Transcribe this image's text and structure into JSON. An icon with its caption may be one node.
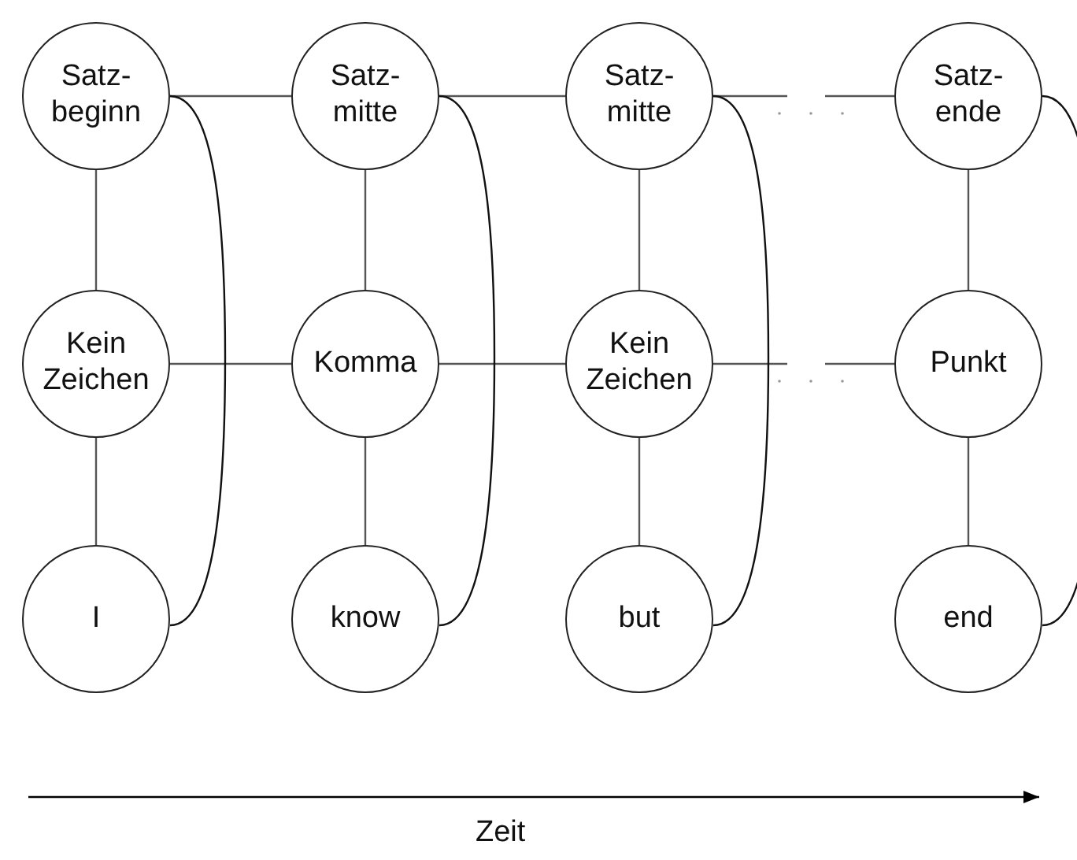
{
  "diagram": {
    "nodes": [
      {
        "text": [
          "Satz- beginn"
        ]
      },
      {
        "text": [
          "Satz- mitte"
        ]
      },
      {
        "text": [
          "Satz- mitte"
        ]
      },
      {
        "text": [
          "Satz- ende"
        ]
      },
      {
        "text": [
          "Kein Zeichen"
        ]
      },
      {
        "text": [
          "Komma"
        ]
      },
      {
        "text": [
          "Kein Zeichen"
        ]
      },
      {
        "text": [
          "Punkt"
        ]
      },
      {
        "text": [
          "I"
        ]
      },
      {
        "text": [
          "know"
        ]
      },
      {
        "text": [
          "but"
        ]
      },
      {
        "text": [
          "end"
        ]
      }
    ],
    "edges": [
      {
        "from": 0,
        "to": 1,
        "arrow": "none"
      },
      {
        "from": 1,
        "to": 2,
        "arrow": "none"
      },
      {
        "from": 2,
        "to": 3,
        "arrow": "none",
        "style": "dashed"
      },
      {
        "from": 4,
        "to": 5,
        "arrow": "none"
      },
      {
        "from": 5,
        "to": 6,
        "arrow": "none"
      },
      {
        "from": 6,
        "to": 7,
        "arrow": "none",
        "style": "dashed"
      },
      {
        "from": 0,
        "to": 4,
        "arrow": "none"
      },
      {
        "from": 4,
        "to": 8,
        "arrow": "none"
      },
      {
        "from": 1,
        "to": 5,
        "arrow": "none"
      },
      {
        "from": 5,
        "to": 9,
        "arrow": "none"
      },
      {
        "from": 2,
        "to": 6,
        "arrow": "none"
      },
      {
        "from": 6,
        "to": 10,
        "arrow": "none"
      },
      {
        "from": 3,
        "to": 7,
        "arrow": "none"
      },
      {
        "from": 7,
        "to": 11,
        "arrow": "none"
      },
      {
        "from": 0,
        "to": 8,
        "arrow": "none"
      },
      {
        "from": 1,
        "to": 9,
        "arrow": "none"
      },
      {
        "from": 2,
        "to": 10,
        "arrow": "none"
      },
      {
        "from": 3,
        "to": 11,
        "arrow": "none"
      }
    ],
    "labels": [
      "Zeit"
    ]
  }
}
